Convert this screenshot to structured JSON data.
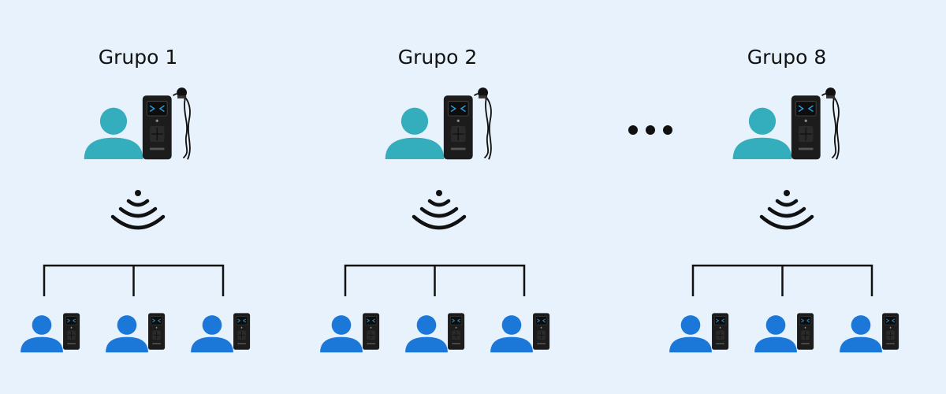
{
  "colors": {
    "background": "#e8f2fc",
    "guide": "#34aebc",
    "listener": "#1b78d8",
    "device": "#1c1c1c",
    "line": "#111111"
  },
  "groups": [
    {
      "title": "Grupo 1"
    },
    {
      "title": "Grupo 2"
    },
    {
      "title": "Grupo 8"
    }
  ],
  "gap_symbol": "ellipsis",
  "icons": {
    "guide": "person-icon",
    "transmitter": "transmitter-with-lapel-mic-icon",
    "signal": "wireless-signal-icon",
    "receiver": "receiver-device-icon"
  }
}
